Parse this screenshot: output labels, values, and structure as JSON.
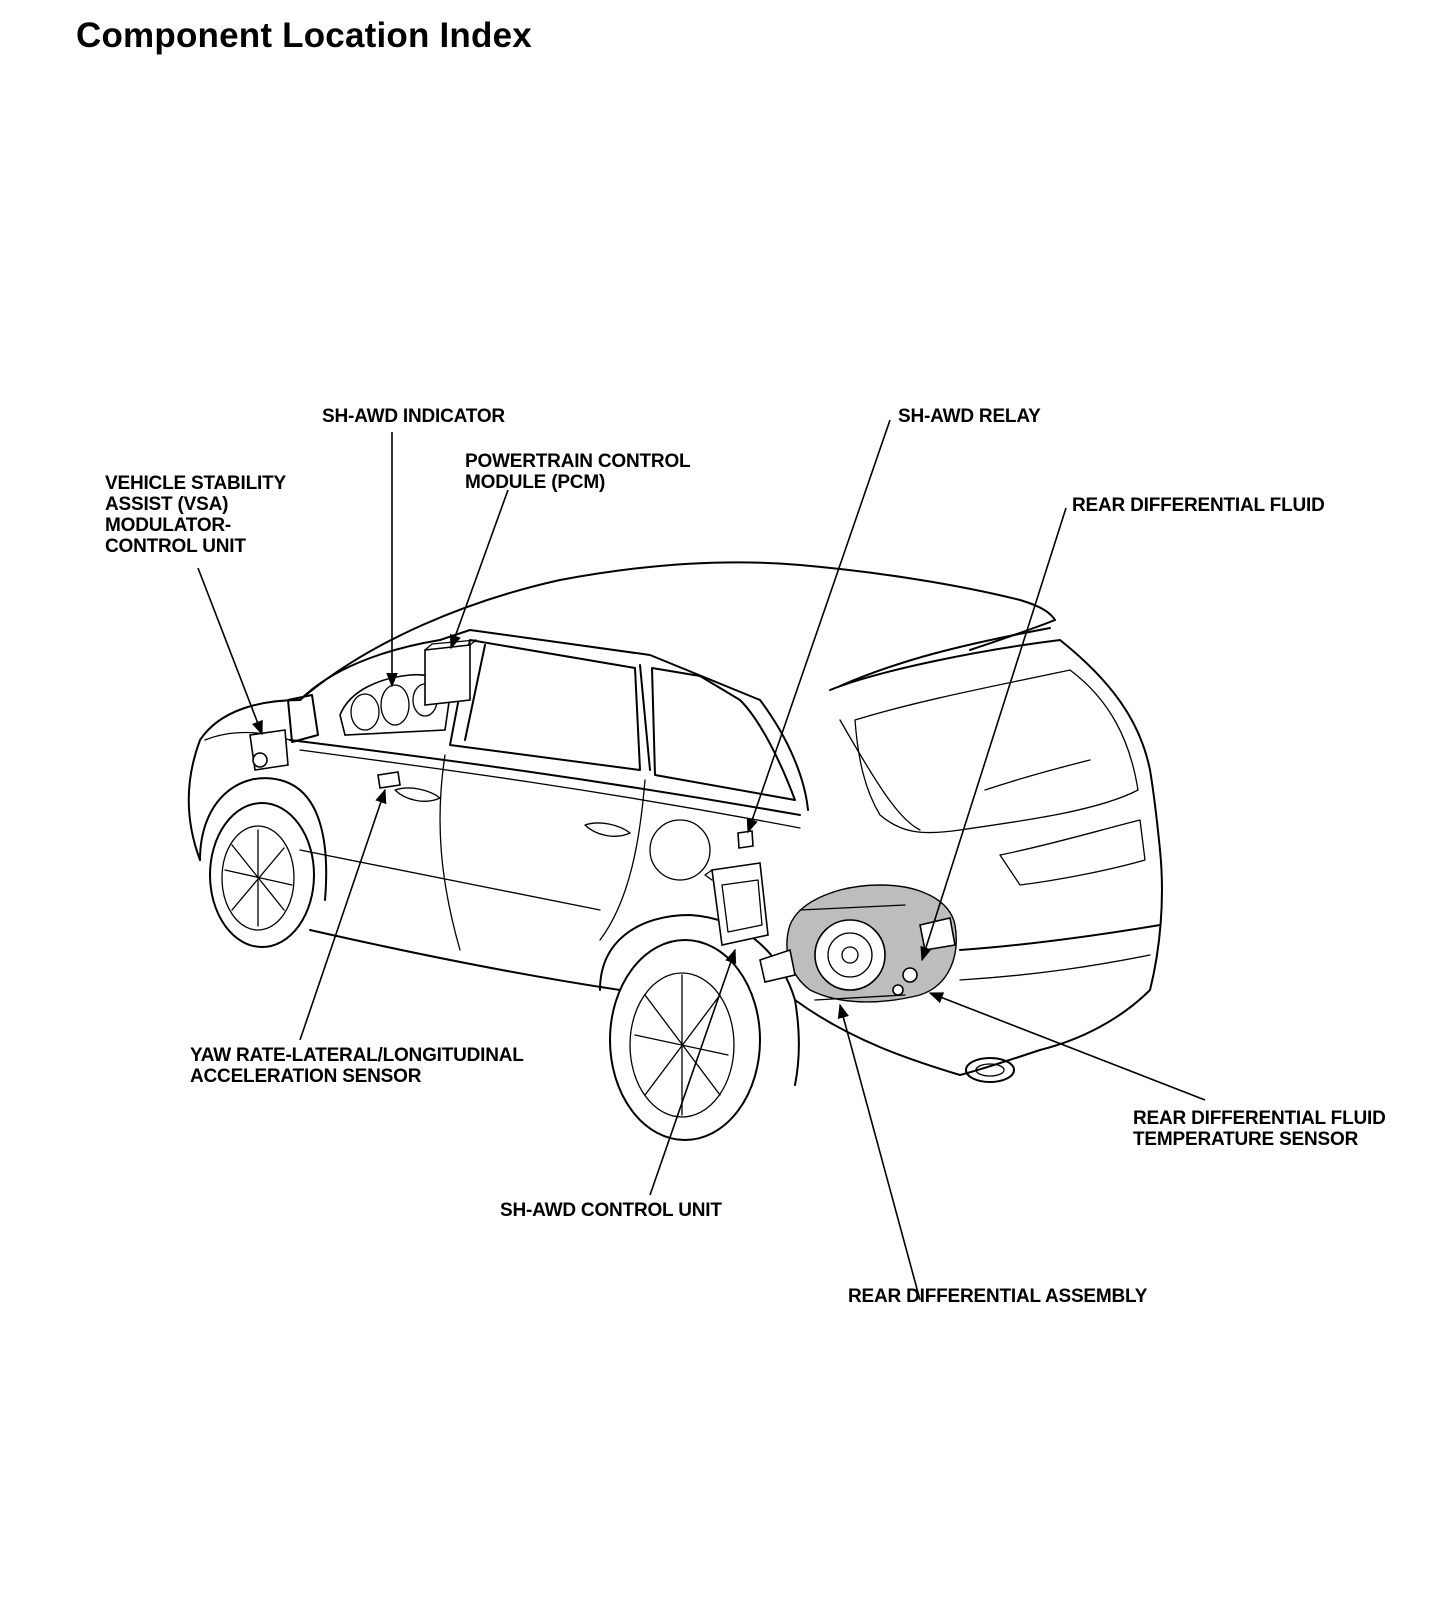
{
  "title": "Component Location Index",
  "labels": {
    "sh_awd_indicator": "SH-AWD INDICATOR",
    "pcm": "POWERTRAIN CONTROL\nMODULE (PCM)",
    "vsa": "VEHICLE STABILITY\nASSIST (VSA)\nMODULATOR-\nCONTROL UNIT",
    "sh_awd_relay": "SH-AWD RELAY",
    "rear_diff_fluid": "REAR DIFFERENTIAL FLUID",
    "yaw_rate_sensor": "YAW RATE-LATERAL/LONGITUDINAL\nACCELERATION SENSOR",
    "rear_diff_temp_sensor": "REAR DIFFERENTIAL FLUID\nTEMPERATURE SENSOR",
    "sh_awd_control_unit": "SH-AWD CONTROL UNIT",
    "rear_diff_assembly": "REAR DIFFERENTIAL ASSEMBLY"
  }
}
